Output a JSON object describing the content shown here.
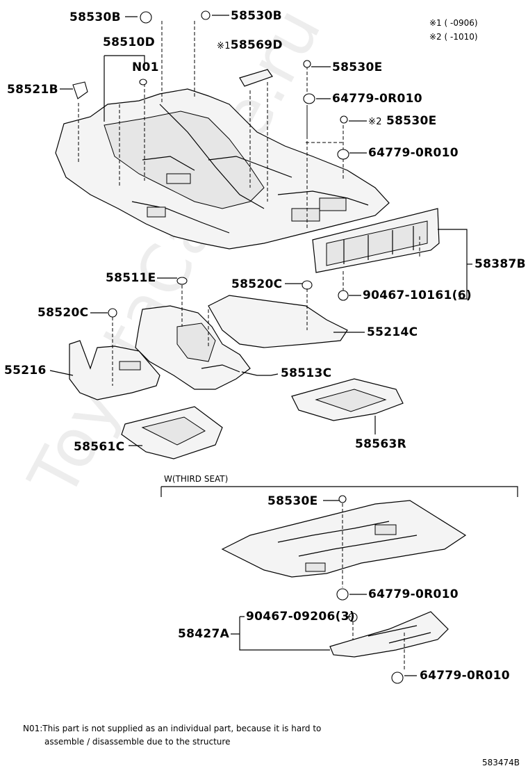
{
  "legend": {
    "mark1": "※1",
    "range1": "(      -0906)",
    "mark2": "※2",
    "range2": "(      -1010)"
  },
  "parts": {
    "p58530B_left": "58530B",
    "p58530B_right": "58530B",
    "p58510D": "58510D",
    "pN01": "N01",
    "p58521B": "58521B",
    "p58569D_mark": "※1",
    "p58569D": "58569D",
    "p58530E_top": "58530E",
    "p64779_1": "64779-0R010",
    "p58530E_mark": "※2",
    "p58530E_2": "58530E",
    "p64779_2": "64779-0R010",
    "p58387B": "58387B",
    "p58511E": "58511E",
    "p58520C_right": "58520C",
    "p90467_10161": "90467-10161(6)",
    "p58520C_left": "58520C",
    "p55214C": "55214C",
    "p55216": "55216",
    "p58513C": "58513C",
    "p58561C": "58561C",
    "p58563R": "58563R",
    "section_third_seat": "W(THIRD SEAT)",
    "p58530E_bottom": "58530E",
    "p64779_3": "64779-0R010",
    "p90467_09206": "90467-09206(3)",
    "p58427A": "58427A",
    "p64779_4": "64779-0R010"
  },
  "note": {
    "line1": "N01:This part is not supplied as an individual part, because it is hard to",
    "line2": "assemble / disassemble due to the structure"
  },
  "diagram_code": "583474B",
  "watermark": "ToyotaCarMe.ru"
}
